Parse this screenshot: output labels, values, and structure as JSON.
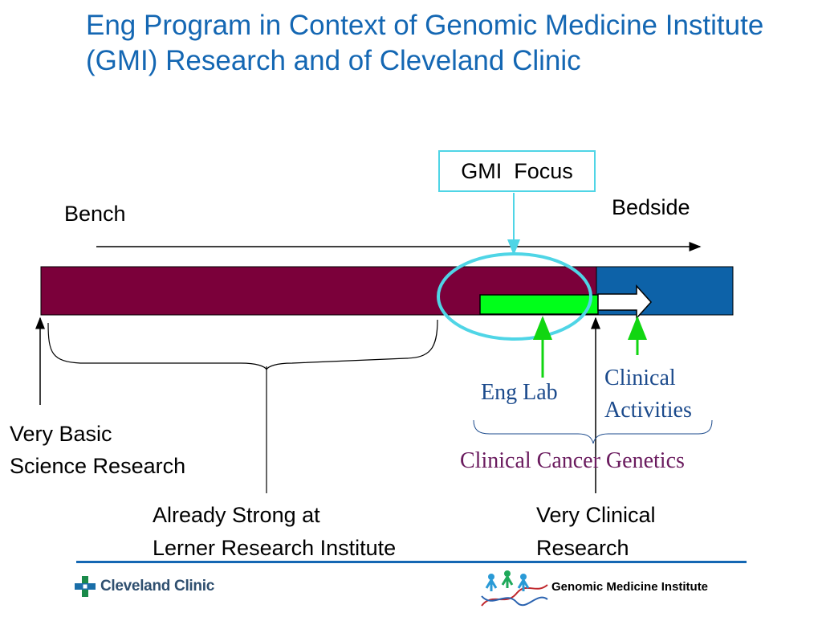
{
  "title": "Eng Program in Context of Genomic Medicine Institute (GMI) Research and of Cleveland Clinic",
  "diagram": {
    "focus_box_label": "GMI  Focus",
    "bench_label": "Bench",
    "bedside_label": "Bedside",
    "eng_lab_label": "Eng Lab",
    "clinical_activities_line1": "Clinical",
    "clinical_activities_line2": "Activities",
    "clinical_cancer_genetics_label": "Clinical Cancer Genetics",
    "very_basic_line1": "Very Basic",
    "very_basic_line2": "Science Research",
    "already_strong_line1": "Already Strong at",
    "already_strong_line2": "Lerner Research Institute",
    "very_clinical_line1": "Very Clinical",
    "very_clinical_line2": "Research"
  },
  "colors": {
    "title": "#1467b3",
    "basic_bar": "#7b003a",
    "clinical_bar": "#0d62a8",
    "eng_lab_bar": "#00ff1a",
    "focus_outline": "#4fd5e6",
    "green_arrow": "#11d611",
    "serif_label": "#1b4a8c",
    "genetics_label": "#6a1b5e"
  },
  "footer": {
    "left_logo_text": "Cleveland Clinic",
    "right_logo_text": "Genomic Medicine Institute"
  }
}
